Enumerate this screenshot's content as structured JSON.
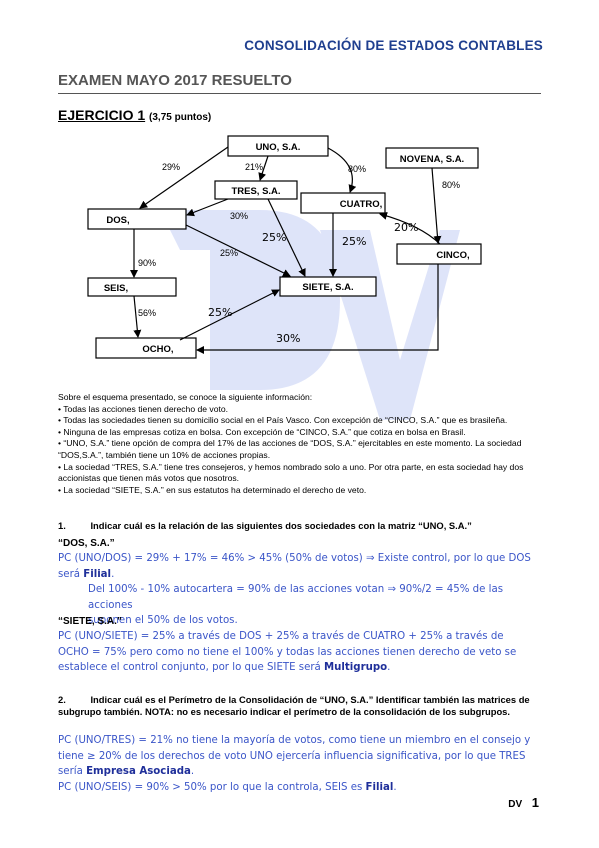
{
  "header": "CONSOLIDACIÓN DE ESTADOS CONTABLES",
  "exam_title": "EXAMEN MAYO 2017 RESUELTO",
  "exercise": {
    "title": "EJERCICIO 1",
    "points": "(3,75 puntos)"
  },
  "diagram": {
    "nodes": {
      "uno": "UNO, S.A.",
      "tres": "TRES, S.A.",
      "dos": "DOS,",
      "cuatro": "CUATRO,",
      "novena": "NOVENA, S.A.",
      "cinco": "CINCO,",
      "seis": "SEIS,",
      "siete": "SIETE, S.A.",
      "ocho": "OCHO,"
    },
    "labels": {
      "uno_dos": "29%",
      "uno_tres": "21%",
      "uno_cuatro": "80%",
      "novena_cinco": "80%",
      "tres_dos": "30%",
      "tres_siete": "25%",
      "dos_siete": "25%",
      "cuatro_siete": "25%",
      "cinco_cuatro": "20%",
      "dos_seis": "90%",
      "seis_ocho": "56%",
      "ocho_siete": "25%",
      "cinco_ocho": "30%"
    }
  },
  "info": {
    "intro": "Sobre el esquema presentado, se conoce la siguiente información:",
    "bullets": [
      "• Todas las acciones tienen derecho de voto.",
      "• Todas las sociedades tienen su domicilio social en el País Vasco. Con excepción de “CINCO, S.A.” que es brasileña.",
      "• Ninguna de las empresas cotiza en bolsa. Con excepción de “CINCO, S.A.” que cotiza en bolsa en Brasil.",
      "• “UNO, S.A.” tiene opción de compra del 17% de las acciones de “DOS, S.A.” ejercitables en este momento. La sociedad “DOS,S.A.”, también tiene un 10% de acciones propias.",
      "• La sociedad “TRES, S.A.” tiene tres consejeros, y hemos nombrado solo a uno. Por otra parte, en esta sociedad hay dos accionistas que tienen más votos que nosotros.",
      "• La sociedad “SIETE, S.A.” en sus estatutos ha determinado el derecho de veto."
    ]
  },
  "q1": {
    "num": "1.",
    "text": "Indicar cuál es la relación de las siguientes dos sociedades con la matriz “UNO, S.A.”"
  },
  "dos_section": {
    "title": "“DOS, S.A.”",
    "line1": "PC (UNO/DOS) = 29% + 17% = 46% > 45% (50% de votos) ⇒ Existe control, por lo que DOS",
    "line2_pre": "será ",
    "line2_bold": "Filial",
    "line2_post": ".",
    "note1": "Del 100% - 10% autocartera = 90% de las acciones votan ⇒ 90%/2 = 45% de las acciones",
    "note2": "suponen el 50% de los votos."
  },
  "siete_section": {
    "title": "“SIETE, S.A.”",
    "line1": "PC (UNO/SIETE) = 25% a través de DOS + 25% a través de CUATRO + 25% a través de",
    "line2": "OCHO = 75% pero como no tiene el 100% y todas las acciones tienen derecho de veto se",
    "line3_pre": "establece el control conjunto, por lo que SIETE será ",
    "line3_bold": "Multigrupo",
    "line3_post": "."
  },
  "q2": {
    "num": "2.",
    "line1": "Indicar cuál es el Perímetro de la Consolidación de “UNO, S.A.” Identificar también las matrices de",
    "line2": "subgrupo también. NOTA: no es necesario indicar el perímetro de la consolidación de los subgrupos."
  },
  "answer2": {
    "tres1": "PC (UNO/TRES) = 21% no tiene la mayoría de votos, como tiene un miembro en el consejo y",
    "tres2": "tiene ≥ 20% de los derechos de voto UNO ejercería influencia significativa, por lo que TRES",
    "tres3_pre": "sería ",
    "tres3_bold": "Empresa Asociada",
    "tres3_post": ".",
    "seis_pre": "PC (UNO/SEIS) = 90% > 50% por lo que la controla, SEIS es ",
    "seis_bold": "Filial",
    "seis_post": "."
  },
  "footer": {
    "page": "1"
  },
  "colors": {
    "header": "#1f3f8f",
    "answer": "#3a55c8",
    "watermark": "#3b5bdb"
  }
}
